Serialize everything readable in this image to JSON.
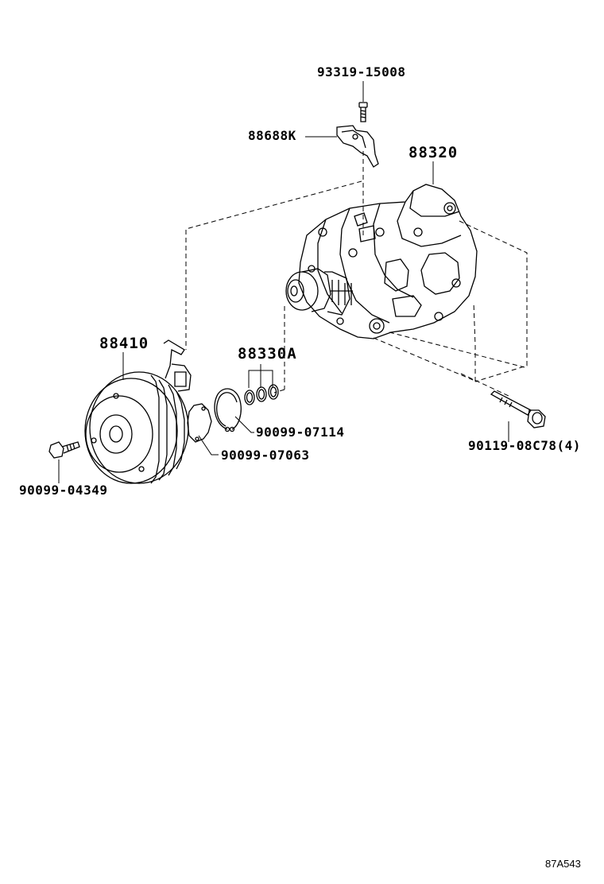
{
  "diagram": {
    "parts": {
      "screw_top": "93319-15008",
      "bracket": "88688K",
      "compressor": "88320",
      "clutch": "88410",
      "shim_set": "88330A",
      "snap_ring": "90099-07114",
      "clutch_ring": "90099-07063",
      "clutch_bolt": "90099-04349",
      "mount_bolt": "90119-08C78(4)"
    },
    "reference_code": "87A543",
    "colors": {
      "line": "#000000",
      "background": "#ffffff"
    }
  }
}
